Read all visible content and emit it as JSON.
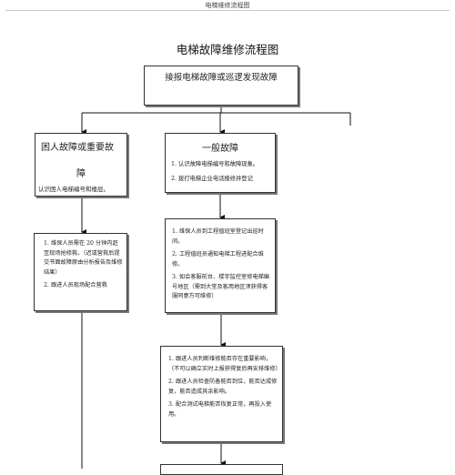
{
  "page_header": "电梯维修流程图",
  "title": "电梯故障维修流程图",
  "top_box": {
    "label": "接报电梯故障或巡逻发现故障"
  },
  "left_branch": {
    "title_line1": "困人故障或重要故",
    "title_line2": "障",
    "note": "认识困人电梯编号和楼层。",
    "steps": [
      {
        "num": "1.",
        "text": "维保人员需在 20 分钟内赶至现场抢修救。（迟或营救后提交书面故障原由分析报告及维修结果）"
      },
      {
        "num": "2.",
        "text": "跟进人员现场配合营救"
      }
    ]
  },
  "right_branch": {
    "title": "一般故障",
    "steps": [
      {
        "num": "1.",
        "text": "认识故障电梯编号和故障现象。"
      },
      {
        "num": "2.",
        "text": "拨打电梯企业电话报修并登记"
      }
    ]
  },
  "middle_box": {
    "steps": [
      {
        "num": "1.",
        "text": "维保人员到工程值班室登记出巡时间。"
      },
      {
        "num": "2.",
        "text": "工程值班员通知电梯工程进配合维修。"
      },
      {
        "num": "3.",
        "text": "如会客服前台、楼宇监控室修电梯编号地区（需到大堂及客用地区须获得客服同意方可维修）"
      }
    ]
  },
  "bottom_box": {
    "steps": [
      {
        "num": "1.",
        "text": "跟进人员判断维修能否存在重要影响，（不可以确立实时上报获得复后再安排维修）"
      },
      {
        "num": "2.",
        "text": "跟进人员检查防备能否到位，能否达成修复，能否造成其余影响。"
      },
      {
        "num": "3.",
        "text": "配合测试电梯能否恢复正常，再投入使用。"
      }
    ]
  }
}
